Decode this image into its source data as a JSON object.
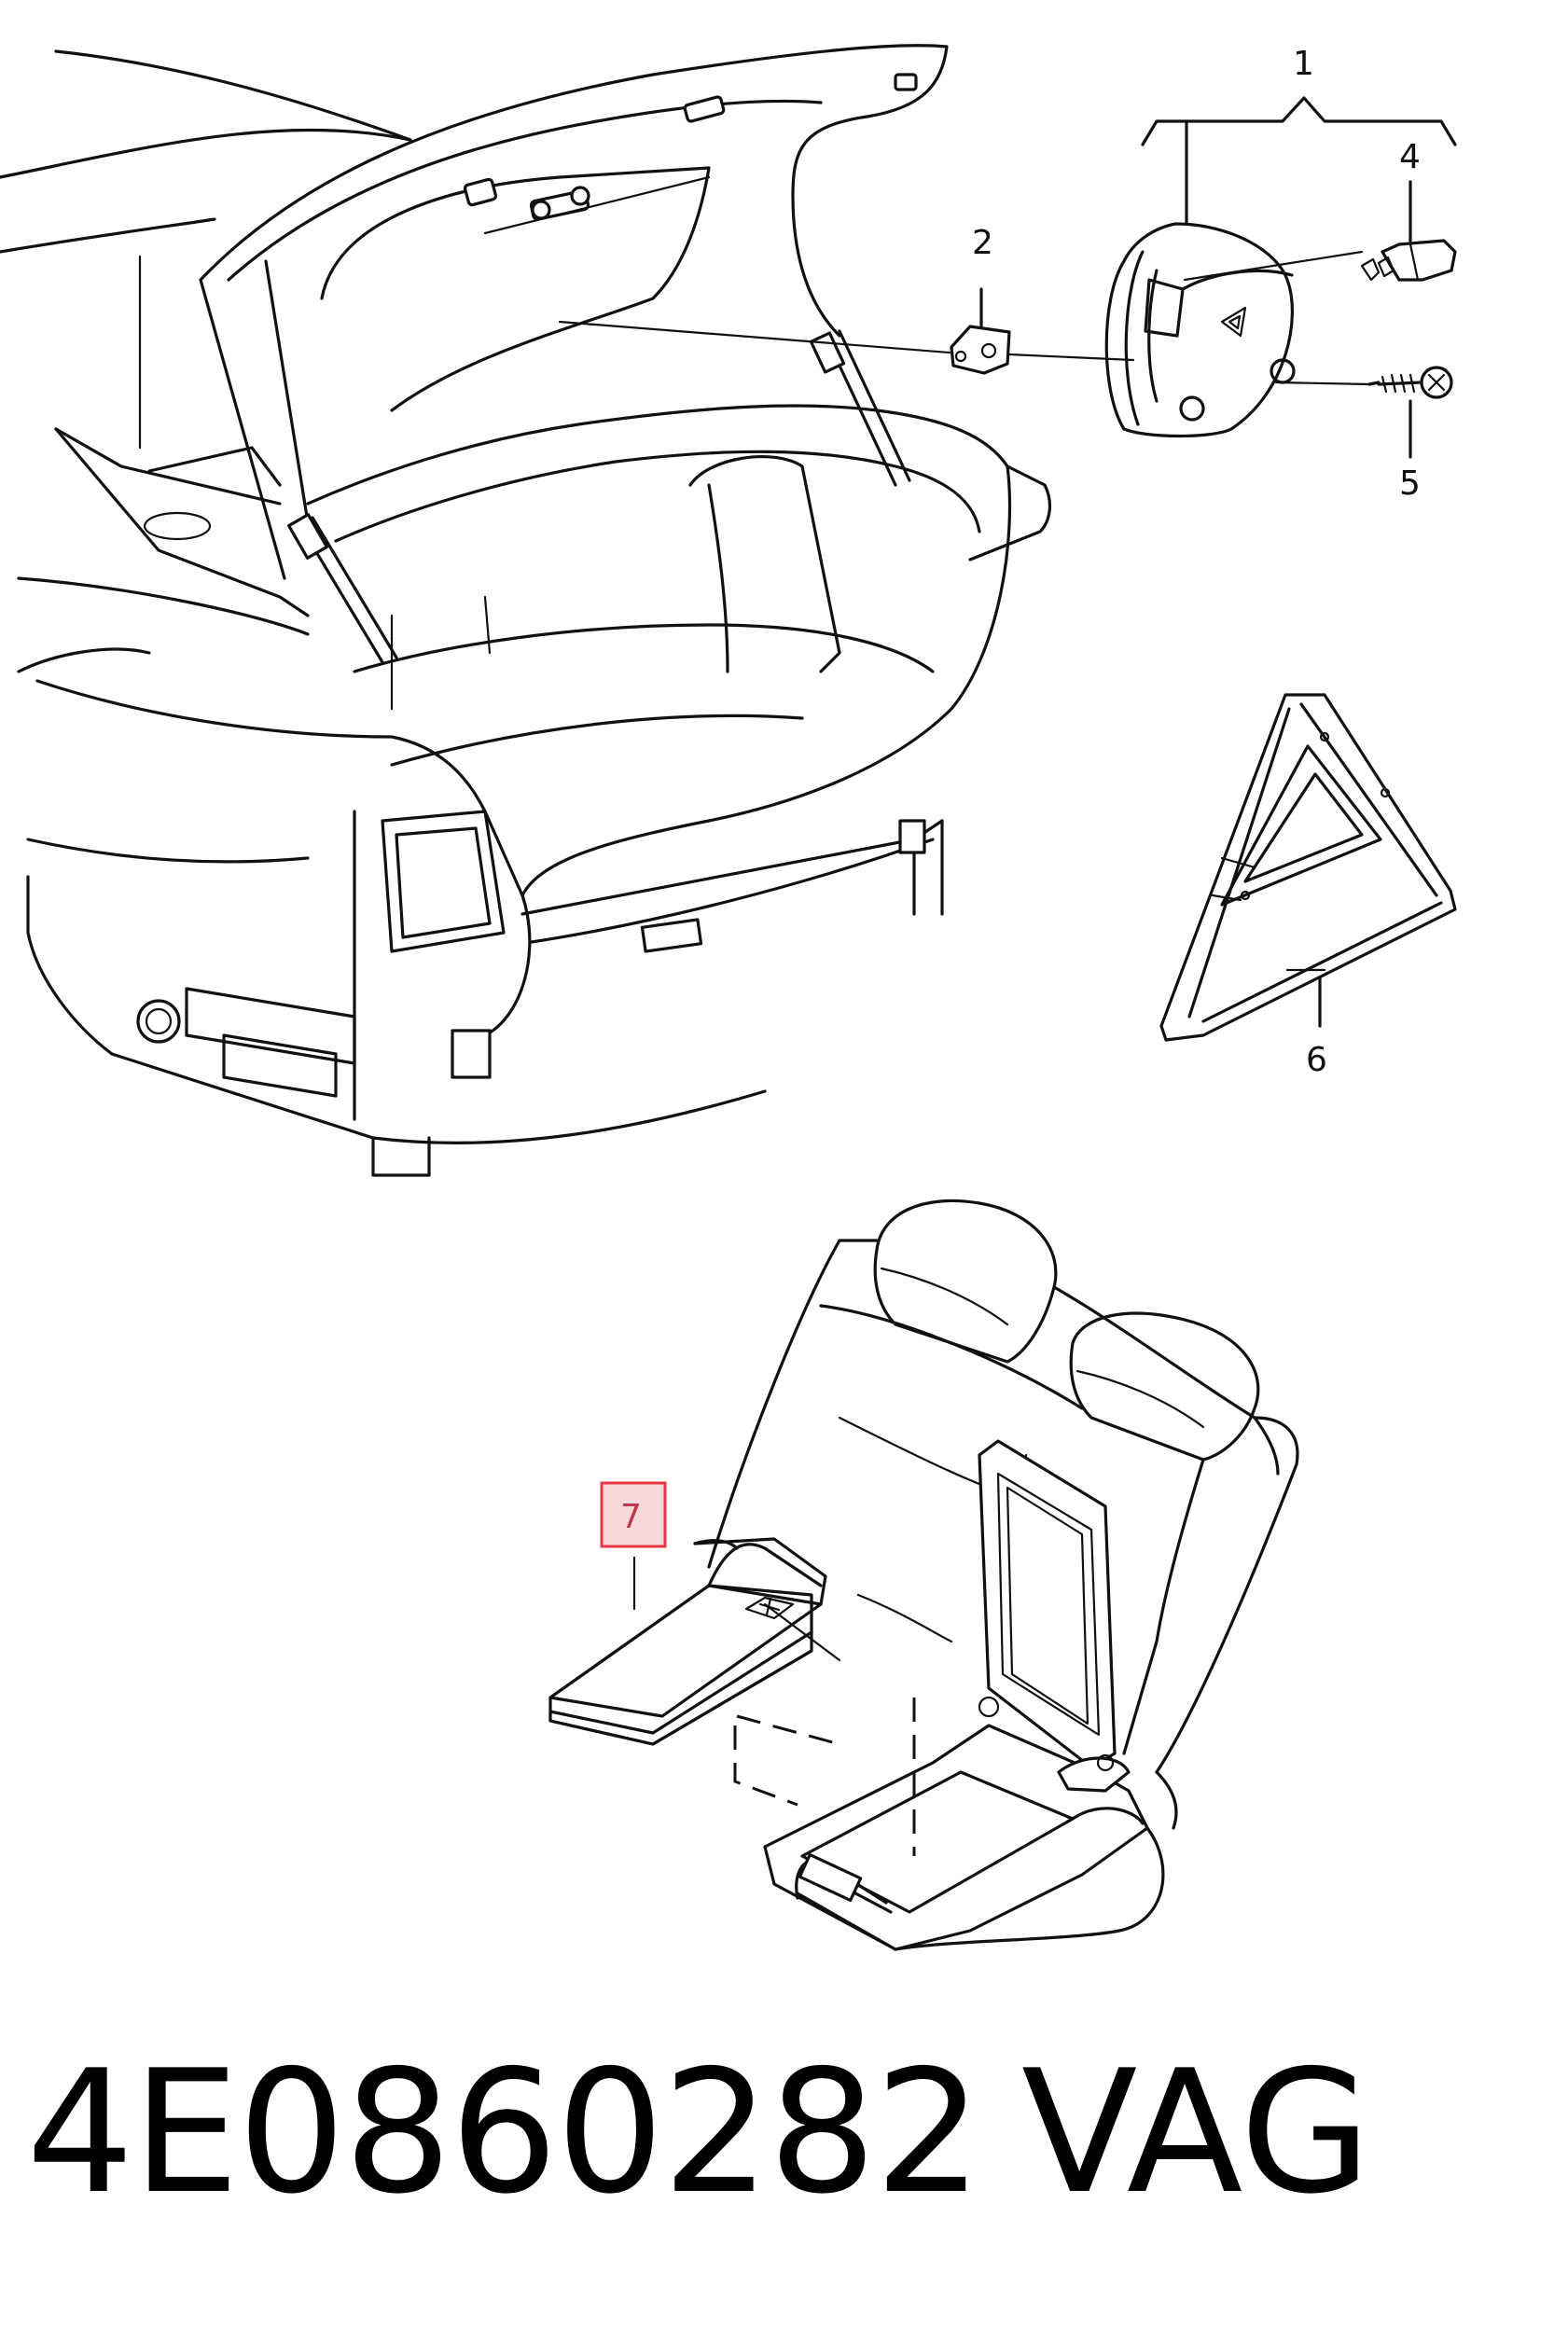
{
  "callouts": [
    {
      "id": "1",
      "label": "1"
    },
    {
      "id": "2",
      "label": "2"
    },
    {
      "id": "4",
      "label": "4"
    },
    {
      "id": "5",
      "label": "5"
    },
    {
      "id": "6",
      "label": "6"
    },
    {
      "id": "7",
      "label": "7",
      "highlighted": true
    }
  ],
  "highlight_color": "#e63946",
  "footer": {
    "part_number": "4E0860282",
    "brand": "VAG"
  }
}
